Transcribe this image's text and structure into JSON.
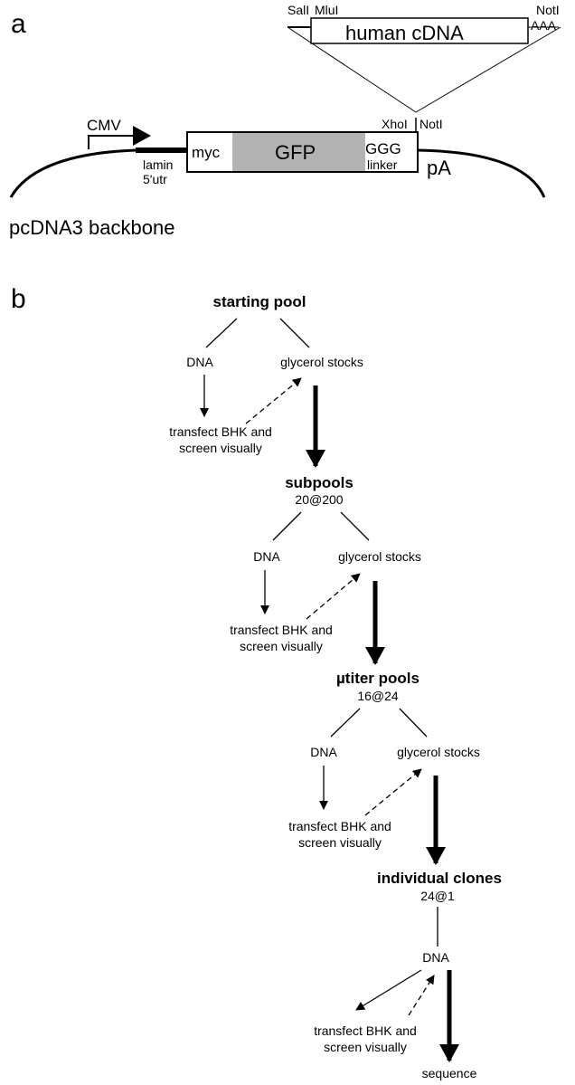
{
  "panel_a": {
    "label": "a",
    "promoter": "CMV",
    "lamin_line1": "lamin",
    "lamin_line2": "5'utr",
    "box_myc": "myc",
    "box_gfp": "GFP",
    "box_ggg": "GGG",
    "box_linker": "linker",
    "site_xhoi": "XhoI",
    "site_noti": "NotI",
    "polya": "pA",
    "backbone": "pcDNA3 backbone",
    "insert": {
      "site_sali": "SalI",
      "site_mlui": "MluI",
      "site_noti": "NotI",
      "label": "human cDNA",
      "polya_tail": "AAA"
    }
  },
  "panel_b": {
    "label": "b",
    "levels": [
      {
        "title": "starting pool",
        "count": "",
        "dna": "DNA",
        "stocks": "glycerol stocks",
        "transfect1": "transfect BHK and",
        "transfect2": "screen visually"
      },
      {
        "title": "subpools",
        "count": "20@200",
        "dna": "DNA",
        "stocks": "glycerol stocks",
        "transfect1": "transfect BHK and",
        "transfect2": "screen visually"
      },
      {
        "title": "µtiter pools",
        "count": "16@24",
        "dna": "DNA",
        "stocks": "glycerol stocks",
        "transfect1": "transfect BHK and",
        "transfect2": "screen visually"
      },
      {
        "title": "individual clones",
        "count": "24@1",
        "dna": "DNA",
        "stocks": "",
        "transfect1": "transfect BHK and",
        "transfect2": "screen visually"
      }
    ],
    "final": "sequence"
  },
  "colors": {
    "gfp_fill": "#b3b3b3",
    "line": "#000000"
  }
}
